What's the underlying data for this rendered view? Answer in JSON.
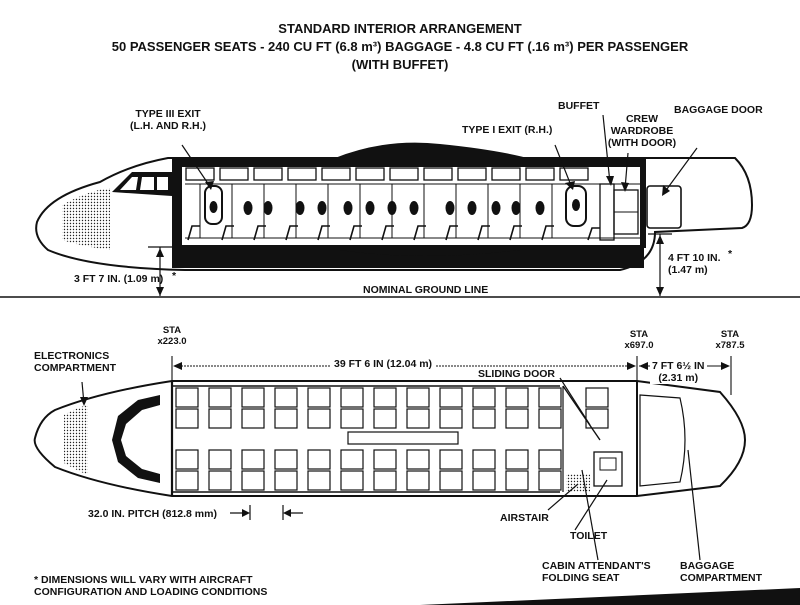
{
  "title": {
    "line1": "STANDARD INTERIOR ARRANGEMENT",
    "line2": "50 PASSENGER SEATS - 240 CU FT (6.8 m³) BAGGAGE - 4.8 CU FT (.16 m³) PER PASSENGER",
    "line3": "(WITH BUFFET)"
  },
  "side_view": {
    "type_iii_exit": [
      "TYPE III EXIT",
      "(L.H. AND R.H.)"
    ],
    "type_i_exit": "TYPE I EXIT (R.H.)",
    "buffet": "BUFFET",
    "crew_wardrobe": [
      "CREW",
      "WARDROBE",
      "(WITH DOOR)"
    ],
    "baggage_door": "BAGGAGE DOOR",
    "front_height": "3 FT 7 IN. (1.09 m)",
    "front_height_mark": "*",
    "rear_height": [
      "4 FT 10 IN.",
      "(1.47 m)"
    ],
    "rear_height_mark": "*",
    "ground_line": "NOMINAL GROUND LINE"
  },
  "plan_view": {
    "sta_left": [
      "STA",
      "x223.0"
    ],
    "sta_mid": [
      "STA",
      "x697.0"
    ],
    "sta_right": [
      "STA",
      "x787.5"
    ],
    "electronics": [
      "ELECTRONICS",
      "COMPARTMENT"
    ],
    "cabin_length": "39 FT 6 IN (12.04 m)",
    "rear_length": [
      "7 FT 6½ IN",
      "(2.31 m)"
    ],
    "sliding_door": "SLIDING DOOR",
    "pitch": "32.0 IN. PITCH (812.8 mm)",
    "airstair": "AIRSTAIR",
    "toilet": "TOILET",
    "attendant_seat": [
      "CABIN ATTENDANT'S",
      "FOLDING SEAT"
    ],
    "baggage_compartment": [
      "BAGGAGE",
      "COMPARTMENT"
    ]
  },
  "footnote": [
    "* DIMENSIONS WILL VARY WITH AIRCRAFT",
    "CONFIGURATION AND LOADING CONDITIONS"
  ]
}
